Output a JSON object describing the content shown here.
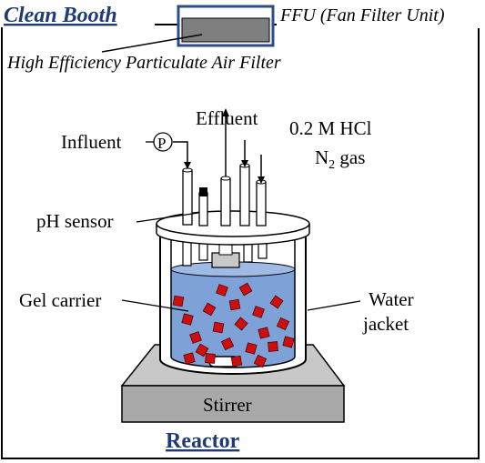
{
  "booth": {
    "title": "Clean Booth",
    "ffu_label": "FFU (Fan Filter Unit)",
    "hepa_label": "High Efficiency Particulate Air Filter"
  },
  "labels": {
    "influent": "Influent",
    "pump_symbol": "P",
    "effluent": "Effluent",
    "hcl": "0.2 M HCl",
    "n2_main": "N",
    "n2_sub": "2",
    "n2_rest": " gas",
    "ph_sensor": "pH sensor",
    "gel_carrier": "Gel carrier",
    "water_jacket_1": "Water",
    "water_jacket_2": "jacket",
    "stirrer": "Stirrer",
    "reactor": "Reactor"
  },
  "colors": {
    "title_blue": "#1f3b73",
    "water": "#7ea1d8",
    "gel_cube": "#cc1010",
    "stirrer_top": "#c8c8c8",
    "stirrer_front": "#a9a9a9",
    "filter_gray": "#7f7f7f",
    "ffu_blue": "#2e4c8a"
  }
}
